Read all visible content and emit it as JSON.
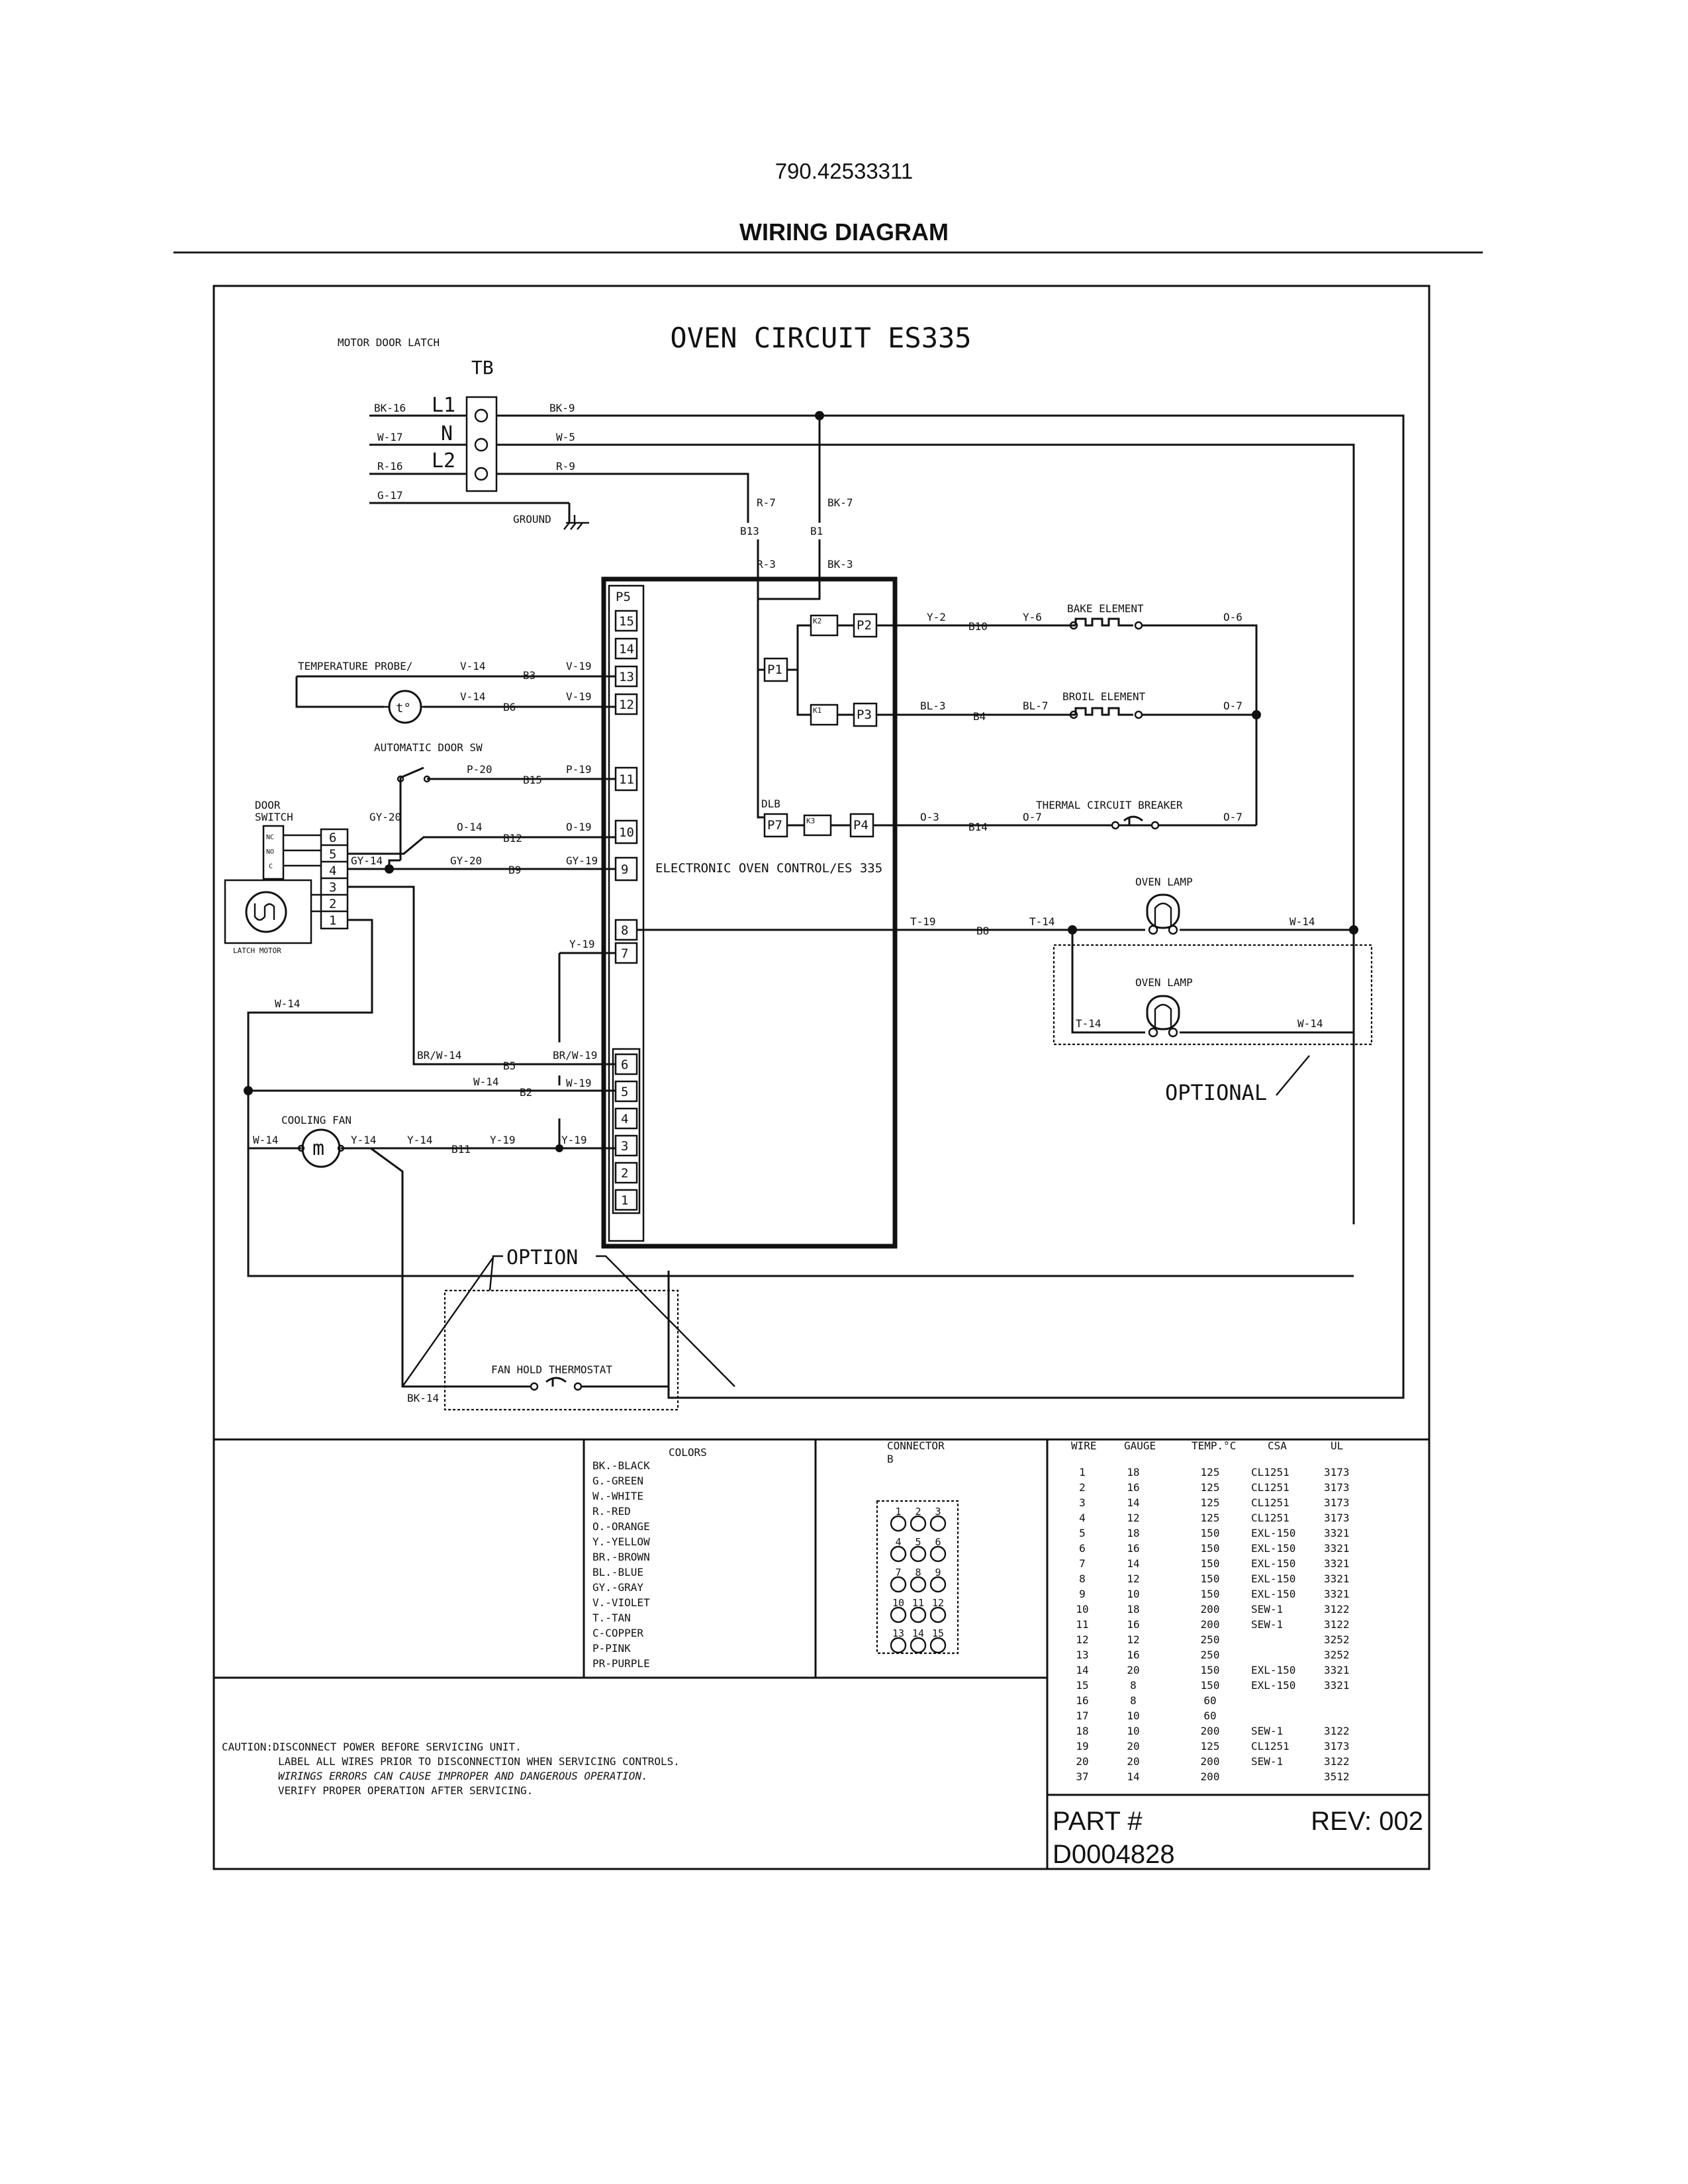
{
  "header": {
    "model": "790.42533311",
    "title": "WIRING DIAGRAM"
  },
  "diagram": {
    "title": "OVEN CIRCUIT  ES335",
    "tb": {
      "title": "MOTOR DOOR LATCH",
      "label": "TB",
      "terminals": [
        "L1",
        "N",
        "L2"
      ],
      "ground": "GROUND"
    },
    "supply_wires": [
      "BK-16",
      "W-17",
      "R-16",
      "G-17",
      "BK-9",
      "W-5",
      "R-9",
      "R-7",
      "BK-7",
      "R-3",
      "BK-3"
    ],
    "pins": {
      "b13": "B13",
      "b1": "B1",
      "b10": "B10",
      "b4": "B4",
      "b14": "B14",
      "b8": "B8",
      "b3": "B3",
      "b6": "B6",
      "b15": "B15",
      "b12": "B12",
      "b9": "B9",
      "b5": "B5",
      "b2": "B2",
      "b11": "B11"
    },
    "control": {
      "header": "P5",
      "label": "ELECTRONIC OVEN CONTROL/ES 335",
      "upper_pins": [
        "15",
        "14",
        "13",
        "12"
      ],
      "mid_pins": [
        "11",
        "10",
        "9"
      ],
      "lower_pins": [
        "8",
        "7"
      ],
      "bottom_pins": [
        "6",
        "5",
        "4",
        "3",
        "2",
        "1"
      ],
      "relays": {
        "p1": "P1",
        "p2": "P2",
        "p3": "P3",
        "p4": "P4",
        "p7": "P7",
        "k1": "K1",
        "k2": "K2",
        "k3": "K3",
        "dlb": "DLB"
      }
    },
    "components": {
      "bake_element": "BAKE ELEMENT",
      "broil_element": "BROIL ELEMENT",
      "thermal_breaker": "THERMAL CIRCUIT BREAKER",
      "oven_lamp": "OVEN LAMP",
      "oven_lamp_optional": "OVEN LAMP",
      "optional_label": "OPTIONAL",
      "temperature_probe": "TEMPERATURE PROBE/",
      "probe_symbol": "t°",
      "automatic_door_sw": "AUTOMATIC DOOR SW",
      "door_switch": [
        "DOOR",
        "SWITCH"
      ],
      "door_switch_contacts": [
        "NC",
        "NO",
        "C"
      ],
      "latch_motor": "LATCH MOTOR",
      "latch_terminals": [
        "6",
        "5",
        "4",
        "3",
        "2",
        "1"
      ],
      "cooling_fan": "COOLING FAN",
      "fan_symbol": "m",
      "fan_hold_thermostat": "FAN HOLD THERMOSTAT",
      "option_label": "OPTION"
    },
    "wire_labels": {
      "y2": "Y-2",
      "y6": "Y-6",
      "o6": "O-6",
      "bl3": "BL-3",
      "bl7": "BL-7",
      "o7a": "O-7",
      "o3": "O-3",
      "o7b": "O-7",
      "o7c": "O-7",
      "t19": "T-19",
      "t14a": "T-14",
      "w14a": "W-14",
      "t14b": "T-14",
      "w14b": "W-14",
      "v14a": "V-14",
      "v19a": "V-19",
      "v14b": "V-14",
      "v19b": "V-19",
      "p20": "P-20",
      "p19": "P-19",
      "gy20a": "GY-20",
      "o14": "O-14",
      "o19": "O-19",
      "gy14": "GY-14",
      "gy20b": "GY-20",
      "gy19": "GY-19",
      "y19a": "Y-19",
      "w14c": "W-14",
      "brw14": "BR/W-14",
      "brw19": "BR/W-19",
      "w14d": "W-14",
      "w19": "W-19",
      "w14e": "W-14",
      "y14a": "Y-14",
      "y14b": "Y-14",
      "y19b": "Y-19",
      "y19c": "Y-19",
      "bk14": "BK-14"
    }
  },
  "legend": {
    "colors_title": "COLORS",
    "colors": [
      "BK.-BLACK",
      "G.-GREEN",
      "W.-WHITE",
      "R.-RED",
      "O.-ORANGE",
      "Y.-YELLOW",
      "BR.-BROWN",
      "BL.-BLUE",
      "GY.-GRAY",
      "V.-VIOLET",
      "T.-TAN",
      "C-COPPER",
      "P-PINK",
      "PR-PURPLE"
    ],
    "connector_title": "CONNECTOR",
    "connector_sub": "B",
    "connector_pins": [
      "1",
      "2",
      "3",
      "4",
      "5",
      "6",
      "7",
      "8",
      "9",
      "10",
      "11",
      "12",
      "13",
      "14",
      "15"
    ]
  },
  "wire_table": {
    "headers": [
      "WIRE",
      "GAUGE",
      "TEMP.°C",
      "CSA",
      "UL"
    ],
    "rows": [
      [
        "1",
        "18",
        "125",
        "CL1251",
        "3173"
      ],
      [
        "2",
        "16",
        "125",
        "CL1251",
        "3173"
      ],
      [
        "3",
        "14",
        "125",
        "CL1251",
        "3173"
      ],
      [
        "4",
        "12",
        "125",
        "CL1251",
        "3173"
      ],
      [
        "5",
        "18",
        "150",
        "EXL-150",
        "3321"
      ],
      [
        "6",
        "16",
        "150",
        "EXL-150",
        "3321"
      ],
      [
        "7",
        "14",
        "150",
        "EXL-150",
        "3321"
      ],
      [
        "8",
        "12",
        "150",
        "EXL-150",
        "3321"
      ],
      [
        "9",
        "10",
        "150",
        "EXL-150",
        "3321"
      ],
      [
        "10",
        "18",
        "200",
        "SEW-1",
        "3122"
      ],
      [
        "11",
        "16",
        "200",
        "SEW-1",
        "3122"
      ],
      [
        "12",
        "12",
        "250",
        "",
        "3252"
      ],
      [
        "13",
        "16",
        "250",
        "",
        "3252"
      ],
      [
        "14",
        "20",
        "150",
        "EXL-150",
        "3321"
      ],
      [
        "15",
        "8",
        "150",
        "EXL-150",
        "3321"
      ],
      [
        "16",
        "8",
        "60",
        "",
        ""
      ],
      [
        "17",
        "10",
        "60",
        "",
        ""
      ],
      [
        "18",
        "10",
        "200",
        "SEW-1",
        "3122"
      ],
      [
        "19",
        "20",
        "125",
        "CL1251",
        "3173"
      ],
      [
        "20",
        "20",
        "200",
        "SEW-1",
        "3122"
      ],
      [
        "37",
        "14",
        "200",
        "",
        "3512"
      ]
    ]
  },
  "caution": [
    "CAUTION:DISCONNECT POWER BEFORE SERVICING UNIT.",
    "LABEL ALL WIRES PRIOR TO DISCONNECTION WHEN SERVICING CONTROLS.",
    "WIRINGS ERRORS CAN CAUSE IMPROPER AND DANGEROUS OPERATION.",
    "VERIFY PROPER OPERATION AFTER SERVICING."
  ],
  "part": {
    "label": "PART #",
    "rev": "REV: 002",
    "number": "D0004828"
  }
}
